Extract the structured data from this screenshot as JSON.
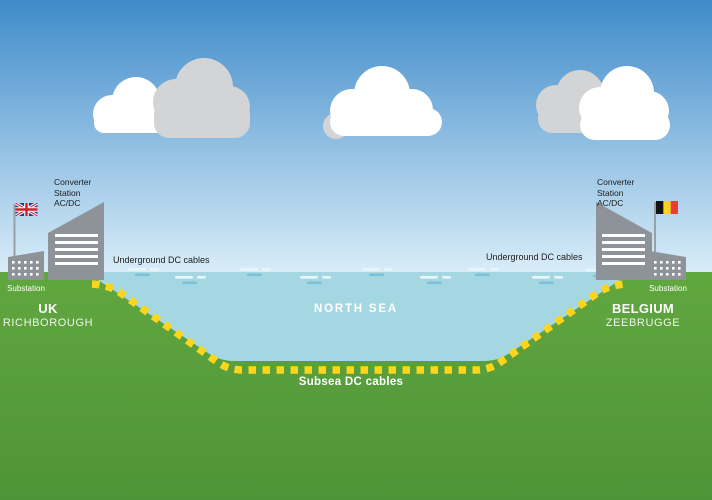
{
  "left": {
    "country": "UK",
    "site": "RICHBOROUGH",
    "converter_station": "Converter\nStation\nAC/DC",
    "substation": "Substation",
    "underground_cables": "Underground DC cables"
  },
  "right": {
    "country": "BELGIUM",
    "site": "ZEEBRUGGE",
    "converter_station": "Converter\nStation\nAC/DC",
    "substation": "Substation",
    "underground_cables": "Underground DC cables"
  },
  "sea": {
    "name": "NORTH SEA",
    "subsea_cables": "Subsea DC cables"
  },
  "colors": {
    "sky_top": "#3f8bca",
    "sky_bottom": "#d9edf8",
    "grass": "#61a73f",
    "grass_dark": "#4f9338",
    "sea": "#a5d7e3",
    "cable": "#fdd51c",
    "building": "#8e9399",
    "cloud_white": "#ffffff",
    "cloud_gray": "#d2d4d6",
    "text_dark": "#1c1c1c",
    "text_light": "#ffffff"
  },
  "flags": {
    "uk": {
      "field": "#1f3d8c",
      "cross": "#ce1e2d",
      "diagonals": "#ffffff"
    },
    "belgium": {
      "black": "#141414",
      "yellow": "#f8d41d",
      "red": "#e63f36"
    }
  },
  "icons": {
    "uk_flag": "union-jack",
    "belgium_flag": "belgium-tricolour",
    "cloud": "cloud",
    "wave": "wave-dashes"
  }
}
